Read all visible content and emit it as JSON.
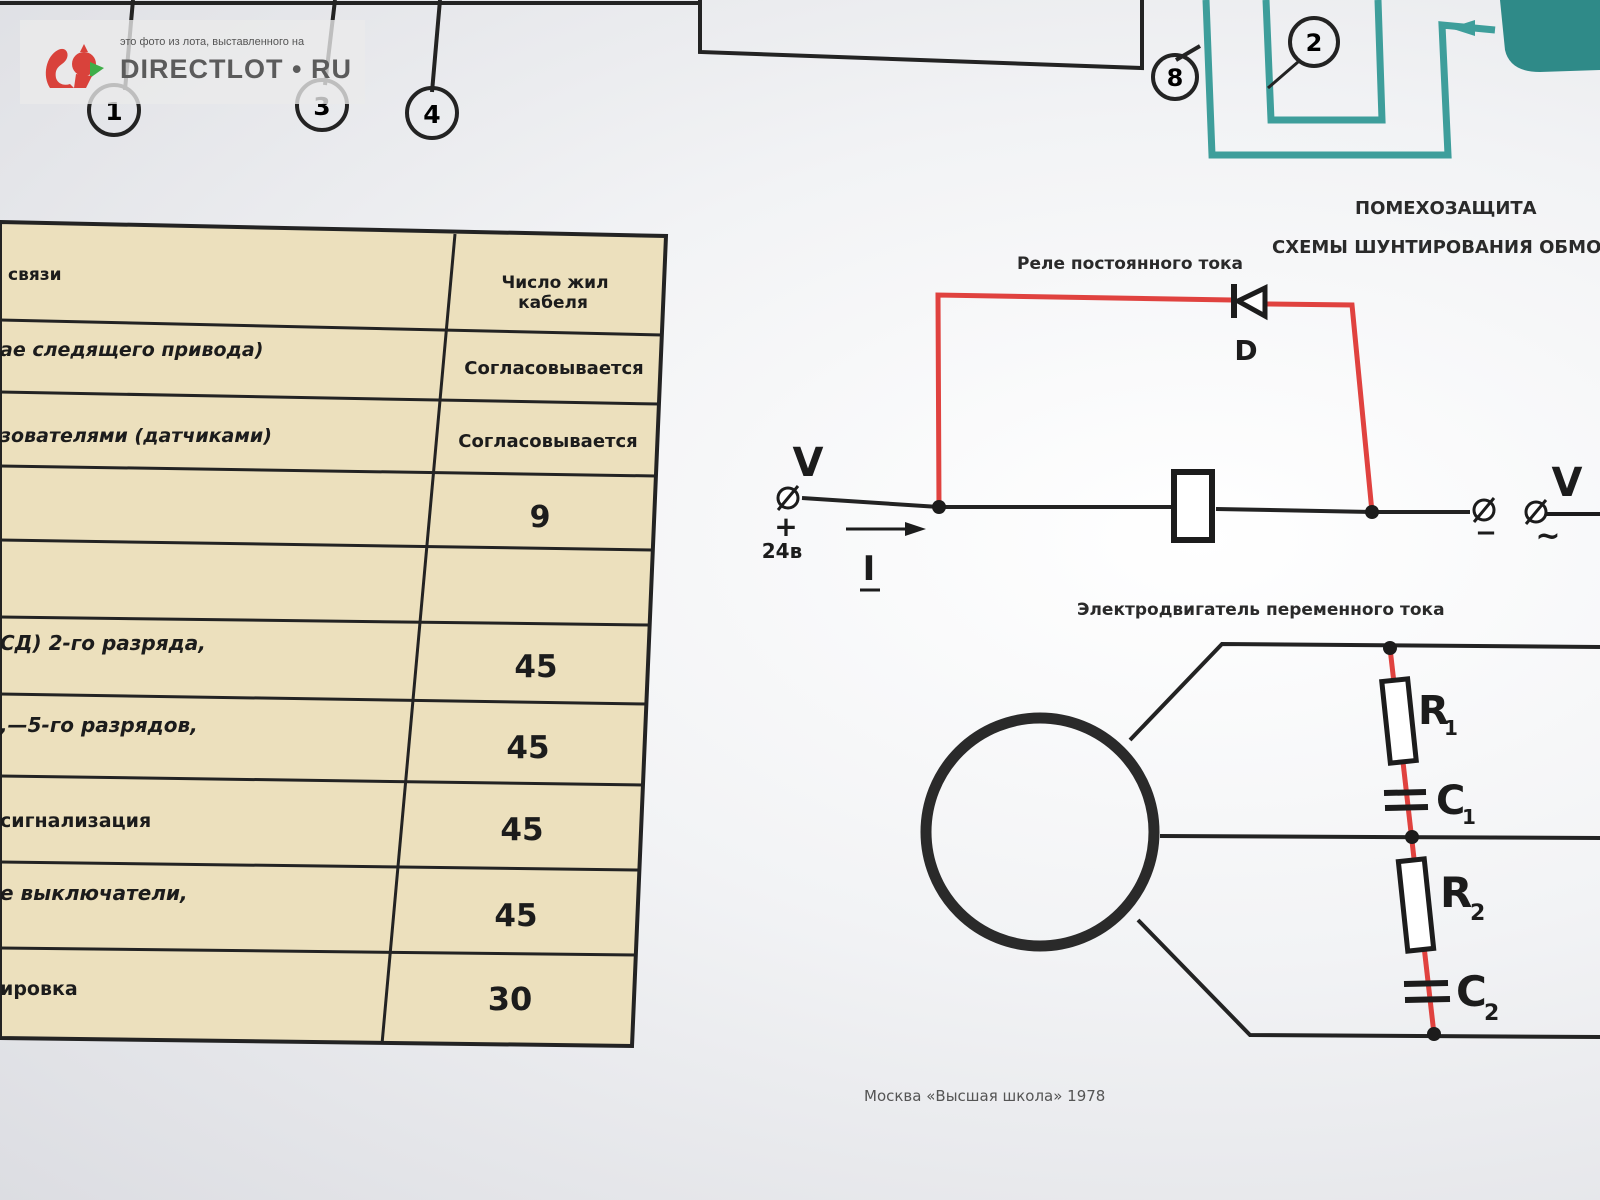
{
  "watermark": {
    "caption": "это фото из лота, выставленного на",
    "brand": "DIRECTLOT • RU"
  },
  "top_callouts": [
    "1",
    "3",
    "4",
    "8",
    "2"
  ],
  "table": {
    "headers": [
      "связи",
      "Число жил кабеля"
    ],
    "header_col2_lines": [
      "Число жил",
      "кабеля"
    ],
    "rows": [
      {
        "desc": "ае следящего привода)",
        "count": "Согласовывается"
      },
      {
        "desc": "зователями (датчиками)",
        "count": "Согласовывается"
      },
      {
        "desc": "",
        "count": "9"
      },
      {
        "desc": "",
        "count": ""
      },
      {
        "desc": "СД)  2-го  разряда,",
        "count": "45"
      },
      {
        "desc": ",—5-го  разрядов,",
        "count": "45"
      },
      {
        "desc": "сигнализация",
        "count": "45"
      },
      {
        "desc": "е выключатели,",
        "count": "45"
      },
      {
        "desc": "ировка",
        "count": "30"
      }
    ]
  },
  "right_section": {
    "title": "ПОМЕХОЗАЩИТА",
    "subtitle": "СХЕМЫ ШУНТИРОВАНИЯ ОБМО"
  },
  "relay_circuit": {
    "label": "Реле постоянного тока",
    "diode": "D",
    "v_left": "V",
    "plus": "+",
    "voltage": "24в",
    "current": "I",
    "minus": "−",
    "v_right": "V",
    "tilde": "~"
  },
  "motor_circuit": {
    "label": "Электродвигатель переменного тока",
    "r1": "R",
    "r1_sub": "1",
    "c1": "C",
    "c1_sub": "1",
    "r2": "R",
    "r2_sub": "2",
    "c2": "C",
    "c2_sub": "2"
  },
  "footer": "Москва «Высшая школа» 1978",
  "colors": {
    "table_fill": "#ece0bd",
    "wire": "#232323",
    "red_wire": "#e0423f",
    "teal": "#3e9e9b"
  }
}
